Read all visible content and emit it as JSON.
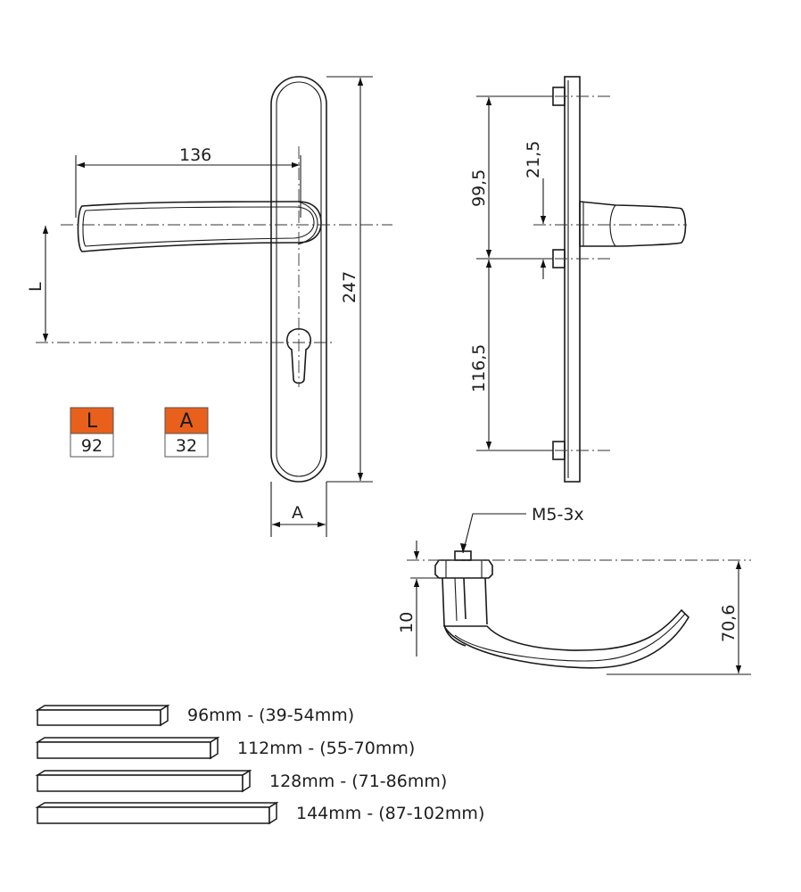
{
  "dimensions": {
    "handle_length": "136",
    "plate_height": "247",
    "backset": "L",
    "plate_width": "A",
    "top_to_spindle": "99,5",
    "spindle_offset": "21,5",
    "spindle_to_bottom": "116,5",
    "screw_spec": "M5-3x",
    "rose_height": "10",
    "handle_projection": "70,6"
  },
  "spec_tags": [
    {
      "letter": "L",
      "value": "92"
    },
    {
      "letter": "A",
      "value": "32"
    }
  ],
  "spindle_options": [
    {
      "label": "96mm - (39-54mm)"
    },
    {
      "label": "112mm - (55-70mm)"
    },
    {
      "label": "128mm - (71-86mm)"
    },
    {
      "label": "144mm - (87-102mm)"
    }
  ],
  "colors": {
    "tag_fill": "#e8601c",
    "line": "#1a1a1a"
  }
}
